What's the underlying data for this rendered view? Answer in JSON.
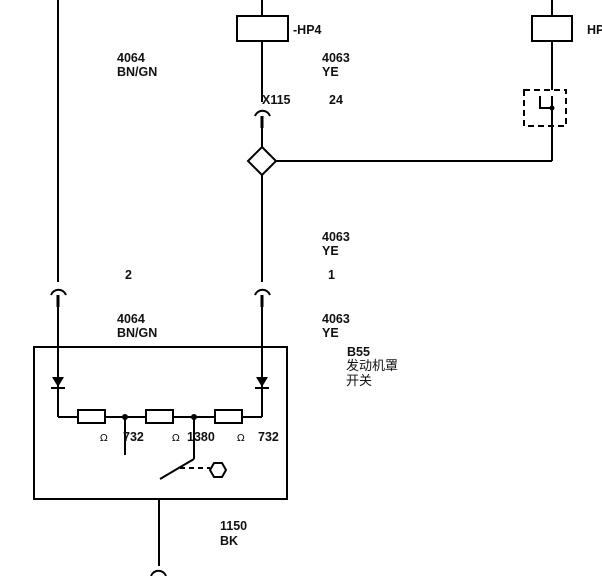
{
  "fuses": {
    "left": {
      "label": "-HP4"
    },
    "right": {
      "label": "HP"
    }
  },
  "wires": {
    "w4064_top": {
      "number": "4064",
      "color": "BN/GN"
    },
    "w4063_top": {
      "number": "4063",
      "color": "YE"
    },
    "w4063_mid": {
      "number": "4063",
      "color": "YE"
    },
    "w4064_bottom": {
      "number": "4064",
      "color": "BN/GN"
    },
    "w4063_bottom": {
      "number": "4063",
      "color": "YE"
    },
    "w1150": {
      "number": "1150",
      "color": "BK"
    }
  },
  "connectors": {
    "x115": {
      "name": "X115",
      "pin": "24"
    },
    "pin_left": "2",
    "pin_right": "1"
  },
  "component": {
    "id": "B55",
    "name_line1": "发动机罩",
    "name_line2": "开关"
  },
  "resistors": [
    {
      "ohm": "Ω",
      "value": "732"
    },
    {
      "ohm": "Ω",
      "value": "1380"
    },
    {
      "ohm": "Ω",
      "value": "732"
    }
  ]
}
